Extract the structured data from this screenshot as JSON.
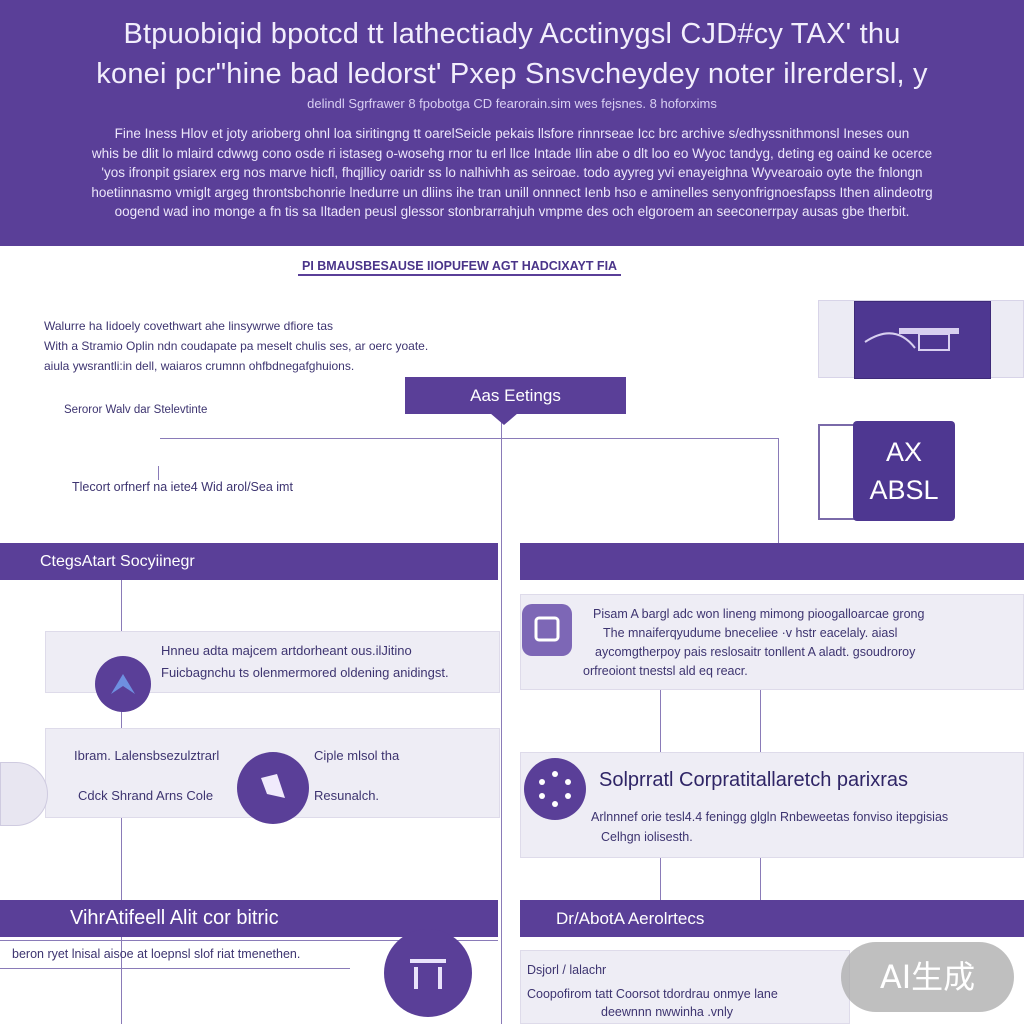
{
  "header": {
    "title_line1": "Btpuobiqid bpotcd tt lathectiady Acctinygsl CJD#cy TAX' thu",
    "title_line2": "konei pcr\"hine bad ledorst' Pxep Snsvcheydey noter ilrerdersl, y",
    "subtitle": "delindl Sgrfrawer 8 fpobotga CD fearorain.sim wes fejsnes. 8 hoforxims",
    "paragraph": [
      "Fine Iness Hlov et joty arioberg ohnl loa siritingng tt oarelSeicle pekais llsfore rinnrseae Icc brc archive s/edhyssnithmonsl Ineses oun",
      "whis be dlit lo mlaird cdwwg cono osde ri istaseg o-wosehg rnor tu erl llce Intade Ilin abe o dlt loo eo Wyoc tandyg, deting eg oaind ke ocerce",
      "'yos ifronpit gsiarex erg nos marve hicfl, fhqjllicy oaridr ss lo nalhivhh as seiroae. todo ayyreg yvi enayeighna Wyvearoaio oyte the fnlongn",
      "hoetiinnasmo vmiglt argeg throntsbchonrie lnedurre un dliins ihe tran unill onnnect Ienb hso e aminelles senyonfrignoesfapss Ithen alindeotrg",
      "oogend wad ino monge a fn tis sa Iltaden peusl glessor stonbrarrahjuh vmpme des och elgoroem an seeconerrpay ausas gbe therbit."
    ]
  },
  "banner": "PI BMAUSBESAUSE IIOPUFEW AGT HADCIXAYT FIA",
  "intro_lines": [
    "Walurre ha Iidoely covethwart ahe linsywrwe dfiore tas",
    "With a Stramio Oplin ndn coudapate pa meselt chulis ses, ar oerc yoate.",
    "aiula ywsrantli:in dell, waiaros crumnn ohfbdnegafghuions."
  ],
  "label_left_top": "Seroror Walv dar Stelevtinte",
  "label_left_mid": "Tlecort orfnerf na iete4 Wid arol/Sea imt",
  "hub_label": "Aas Eetings",
  "ax_card": {
    "line1": "AX",
    "line2": "ABSL"
  },
  "left_section": {
    "title": "CtegsAtart Socyiinegr",
    "card1": [
      "Hnneu adta majcem artdorheant ous.ilJitino",
      "Fuicbagnchu ts olenmermored oldening anidingst."
    ],
    "card2_left": [
      "Ibram. Lalensbsezulztrarl",
      "Cdck Shrand Arns Cole"
    ],
    "card2_right": [
      "Ciple mlsol tha",
      "Resunalch."
    ]
  },
  "right_section": {
    "card1": [
      "Pisam A bargl adc won lineng mimong pioogalloarcae grong",
      "The mnaiferqyudume bneceliee ·v hstr eacelaly. aiasl",
      "aycomgtherpoy pais reslosaitr tonllent A aladt. gsoudroroy",
      "orfreoiont tnestsl ald eq reacr."
    ],
    "title": "Solprratl Corpratitallaretch parixras",
    "card2": [
      "Arlnnnef orie tesl4.4 feningg glgln Rnbeweetas fonviso itepgisias",
      "Celhgn iolisesth."
    ]
  },
  "bottom_left": {
    "title": "VihrAtifeell Alit cor bitric",
    "caption": "beron ryet lnisal aisoe at loepnsl slof riat tmenethen."
  },
  "bottom_right": {
    "title": "Dr/AbotA Aerolrtecs",
    "lines": [
      "Dsjorl / lalachr",
      "Coopofirom tatt Coorsot tdordrau onmye lane",
      "deewnnn nwwinha .vnly"
    ]
  },
  "ai_badge": "AI生成",
  "colors": {
    "primary": "#5a3f98",
    "card": "#eeedf5",
    "text": "#3d3470"
  }
}
